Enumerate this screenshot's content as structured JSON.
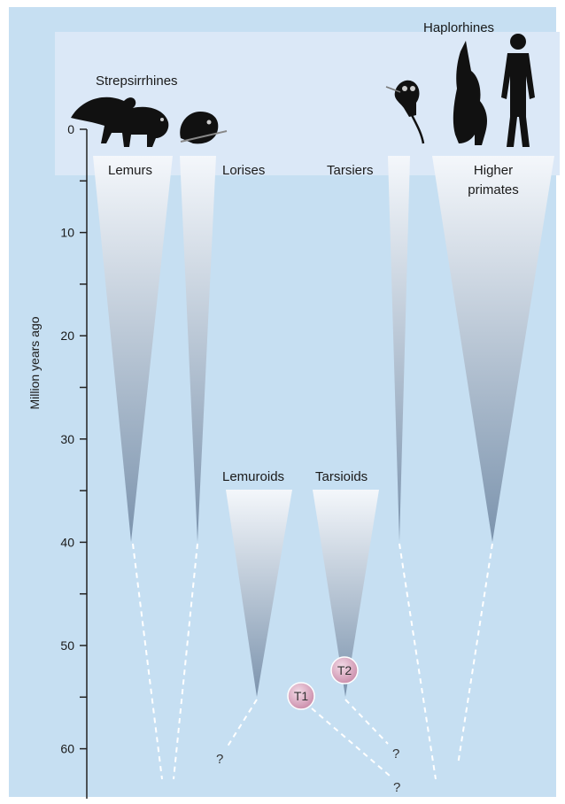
{
  "axis": {
    "label": "Million years ago",
    "ticks": [
      "0",
      "10",
      "20",
      "30",
      "40",
      "50",
      "60"
    ]
  },
  "groups": {
    "strepsirrhines": "Strepsirrhines",
    "haplorhines": "Haplorhines"
  },
  "lineages": {
    "lemurs": "Lemurs",
    "lorises": "Lorises",
    "tarsiers": "Tarsiers",
    "higher_primates_line1": "Higher",
    "higher_primates_line2": "primates",
    "lemuroids": "Lemuroids",
    "tarsioids": "Tarsioids"
  },
  "markers": {
    "t1": "T1",
    "t2": "T2"
  },
  "question_mark": "?",
  "colors": {
    "background": "#c6dff2",
    "top_band": "#dbe8f7",
    "wedge_light": "#f4f7fb",
    "wedge_dark": "#7b93ad",
    "marker_fill": "#d9a3bd",
    "dashed_line": "#ffffff"
  }
}
